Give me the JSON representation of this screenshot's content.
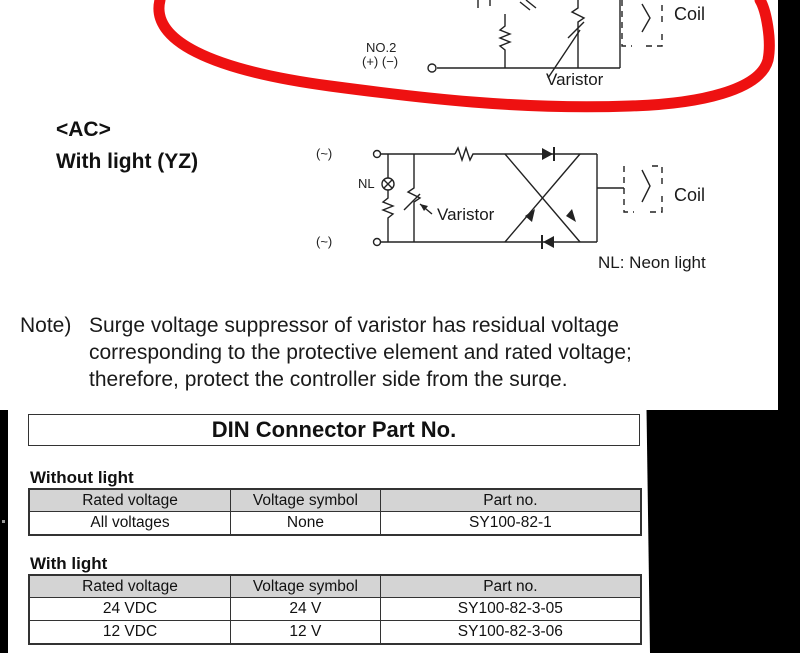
{
  "page": {
    "background": "#000000",
    "highlight_color": "#ee1111"
  },
  "diagram_top": {
    "coil_label": "Coil",
    "terminal_label_line1": "NO.2",
    "terminal_label_line2": "(+) (−)",
    "varistor_label": "Varistor"
  },
  "ac_section": {
    "heading": "<AC>",
    "subheading": "With light (YZ)",
    "terminal_top": "(~)",
    "terminal_bottom": "(~)",
    "nl_label": "NL",
    "varistor_label": "Varistor",
    "coil_label": "Coil",
    "legend": "NL: Neon light"
  },
  "note": {
    "label": "Note)",
    "lines": [
      "Surge voltage suppressor of varistor has residual voltage",
      "corresponding to the protective element and rated voltage;",
      "therefore, protect the controller side from the surge."
    ]
  },
  "din_connector": {
    "title": "DIN Connector Part No.",
    "without_light": {
      "heading": "Without light",
      "columns": [
        "Rated voltage",
        "Voltage symbol",
        "Part no."
      ],
      "rows": [
        [
          "All voltages",
          "None",
          "SY100-82-1"
        ]
      ]
    },
    "with_light": {
      "heading": "With light",
      "columns": [
        "Rated voltage",
        "Voltage symbol",
        "Part no."
      ],
      "rows": [
        [
          "24 VDC",
          "24 V",
          "SY100-82-3-05"
        ],
        [
          "12 VDC",
          "12 V",
          "SY100-82-3-06"
        ]
      ]
    }
  }
}
